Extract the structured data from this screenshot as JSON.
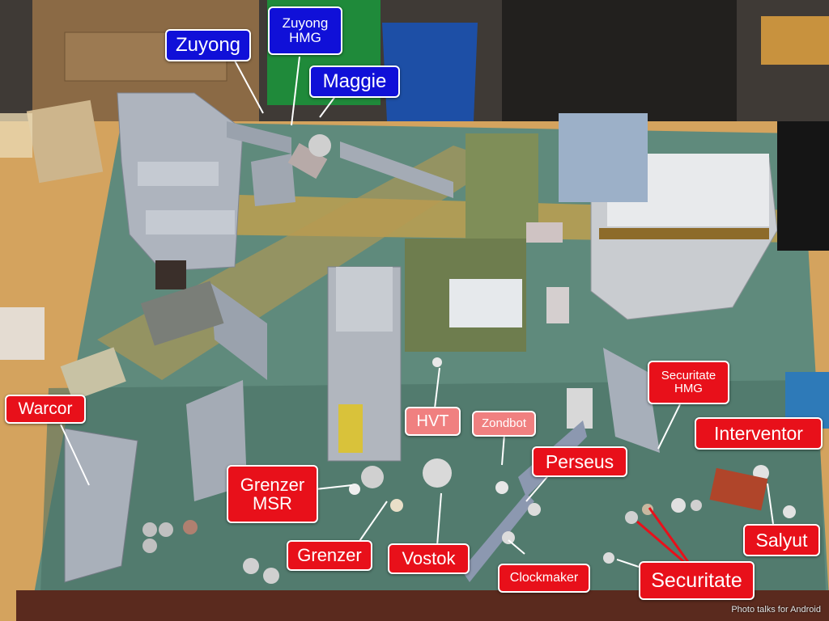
{
  "labels": {
    "zuyong": "Zuyong",
    "zuyong_hmg": "Zuyong\nHMG",
    "maggie": "Maggie",
    "warcor": "Warcor",
    "hvt": "HVT",
    "zondbot": "Zondbot",
    "perseus": "Perseus",
    "securitate_hmg": "Securitate\nHMG",
    "interventor": "Interventor",
    "grenzer_msr": "Grenzer\nMSR",
    "grenzer": "Grenzer",
    "vostok": "Vostok",
    "clockmaker": "Clockmaker",
    "securitate": "Securitate",
    "salyut": "Salyut"
  },
  "watermark": "Photo talks for Android",
  "colors": {
    "blue_label": "#1010d8",
    "red_label": "#e8101a",
    "pink_label": "#f08080",
    "table_wood": "#d4a35e",
    "mat_teal": "#4d7a6f"
  }
}
